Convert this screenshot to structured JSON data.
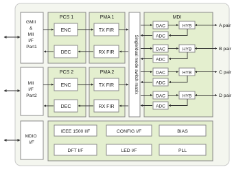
{
  "left_interfaces": [
    {
      "id": "gmii",
      "lines": [
        "GMII",
        "&",
        "MII",
        "I/F",
        "Part1"
      ]
    },
    {
      "id": "mii",
      "lines": [
        "MII",
        "I/F",
        "Part2"
      ]
    },
    {
      "id": "mdio",
      "lines": [
        "MDIO",
        "I/F"
      ]
    }
  ],
  "pcs1": {
    "title": "PCS 1",
    "enc": "ENC",
    "dec": "DEC"
  },
  "pma1": {
    "title": "PMA 1",
    "tx": "TX FIR",
    "rx": "RX FIR"
  },
  "pcs2": {
    "title": "PCS 2",
    "enc": "ENC",
    "dec": "DEC"
  },
  "pma2": {
    "title": "PMA 2",
    "tx": "TX FIR",
    "rx": "RX FIR"
  },
  "switch_matrix": "Single/dual mode switch matrix",
  "mdi": {
    "title": "MDI",
    "channels": [
      {
        "dac": "DAC",
        "adc": "ADC",
        "hyb": "HYB",
        "pair": "A pair"
      },
      {
        "dac": "DAC",
        "adc": "ADC",
        "hyb": "HYB",
        "pair": "B pair"
      },
      {
        "dac": "DAC",
        "adc": "ADC",
        "hyb": "HYB",
        "pair": "C pair"
      },
      {
        "dac": "DAC",
        "adc": "ADC",
        "hyb": "HYB",
        "pair": "D pair"
      }
    ]
  },
  "bottom_blocks": {
    "ieee": "IEEE 1500 I/F",
    "config": "CONFIG I/F",
    "bias": "BIAS",
    "dft": "DFT I/F",
    "led": "LED I/F",
    "pll": "PLL"
  },
  "colors": {
    "outer_fill": "#f4f6ef",
    "green_panel": "#e4efcf",
    "box_fill": "#ffffff",
    "stroke": "#8a8a8a",
    "line": "#3a3a3a"
  }
}
